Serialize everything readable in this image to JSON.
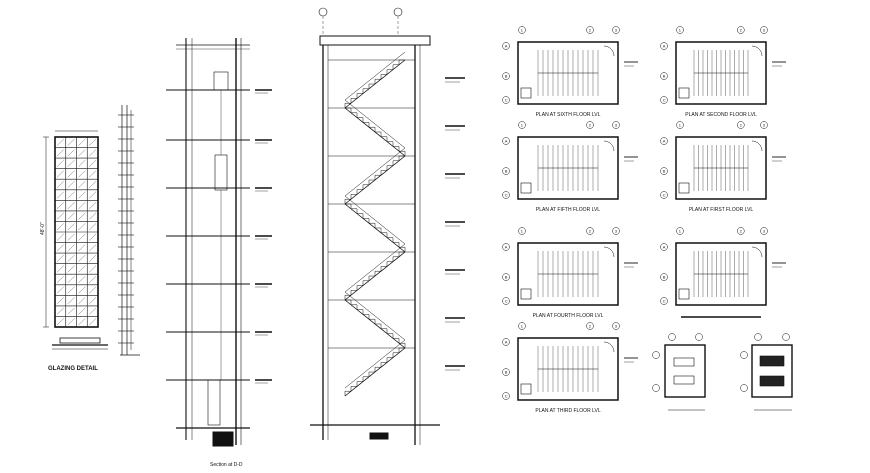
{
  "drawing": {
    "glazing_title": "GLAZING DETAIL",
    "glazing_dim": "48'-0\"",
    "section_title": "Section at D-D",
    "plans": [
      {
        "label": "PLAN AT SIXTH FLOOR LVL"
      },
      {
        "label": "PLAN AT SECOND FLOOR LVL"
      },
      {
        "label": "PLAN AT FIFTH FLOOR LVL"
      },
      {
        "label": "PLAN AT FIRST FLOOR LVL"
      },
      {
        "label": "PLAN AT FOURTH FLOOR LVL"
      },
      {
        "label": ""
      },
      {
        "label": "PLAN AT THIRD FLOOR LVL"
      }
    ],
    "grid_bubbles": {
      "top": [
        "1",
        "2",
        "3"
      ],
      "side": [
        "A",
        "B",
        "C"
      ]
    }
  }
}
